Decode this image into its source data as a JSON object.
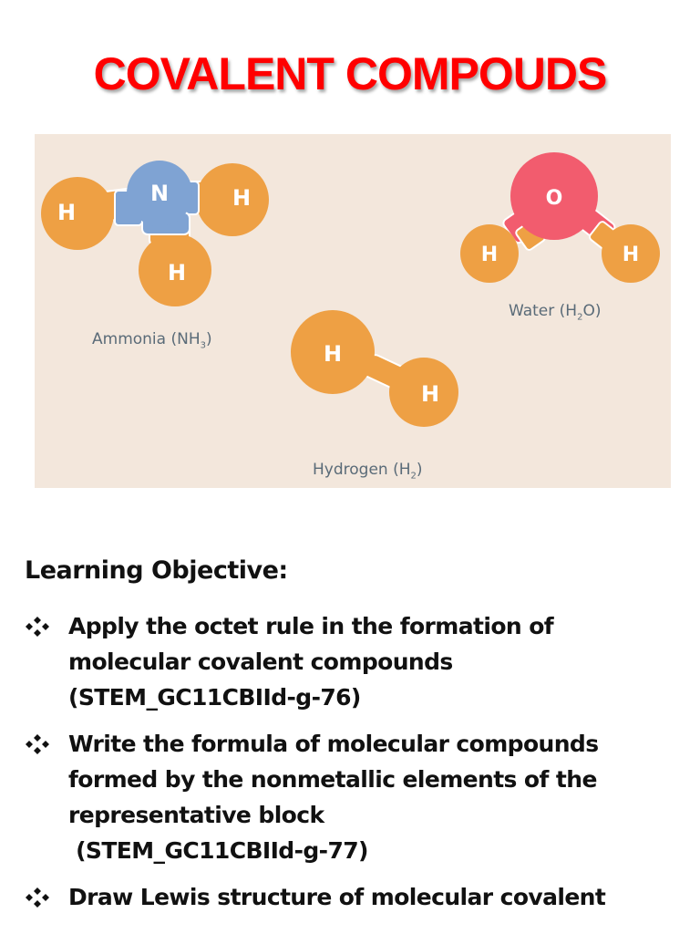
{
  "title": "COVALENT COMPOUDS",
  "illustration": {
    "background_color": "#f3e7dc",
    "molecules": [
      {
        "name": "Ammonia",
        "formula_base": "NH",
        "formula_sub": "3",
        "label_prefix": "Ammonia (",
        "label_suffix": ")",
        "atoms": [
          "H",
          "N",
          "H",
          "H"
        ],
        "central_color": "#7fa3d3"
      },
      {
        "name": "Water",
        "label_prefix": "Water (H",
        "formula_sub": "2",
        "label_suffix": "O)",
        "atoms": [
          "O",
          "H",
          "H"
        ],
        "central_color": "#f25c6e"
      },
      {
        "name": "Hydrogen",
        "label_prefix": "Hydrogen (H",
        "formula_sub": "2",
        "label_suffix": ")",
        "atoms": [
          "H",
          "H"
        ]
      }
    ],
    "hydrogen_color": "#eea044"
  },
  "learning": {
    "heading": "Learning Objective:",
    "objectives": [
      {
        "lines": [
          "Apply the octet rule in the formation of",
          "molecular covalent compounds",
          "(STEM_GC11CBIId-g-76)"
        ]
      },
      {
        "lines": [
          "Write the formula of molecular compounds",
          "formed by the nonmetallic elements of the",
          "representative block",
          " (STEM_GC11CBIId-g-77)"
        ]
      },
      {
        "lines": [
          "Draw Lewis structure of molecular covalent"
        ]
      }
    ]
  }
}
